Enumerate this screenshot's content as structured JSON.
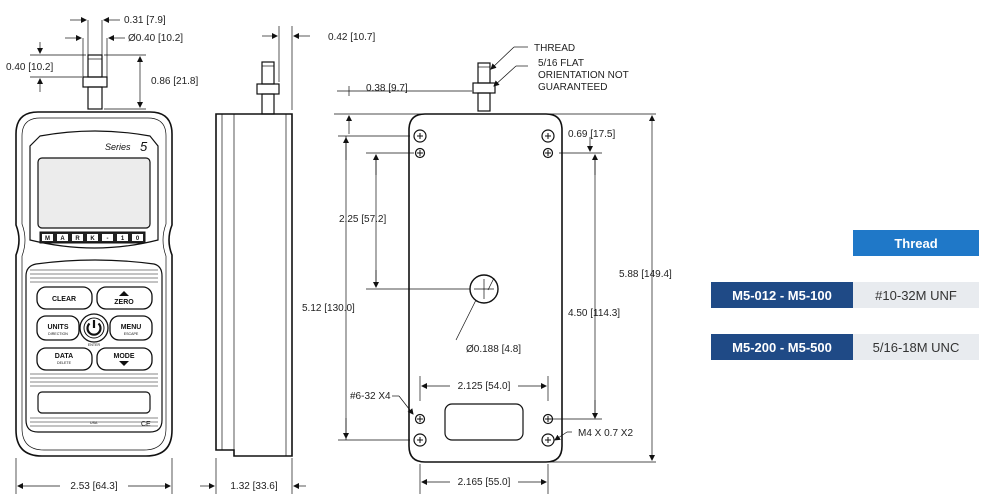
{
  "front_view": {
    "dims": {
      "shaft_width": "0.31 [7.9]",
      "collar_diameter": "Ø0.40 [10.2]",
      "shaft_length": "0.40 [10.2]",
      "shaft_total": "0.86 [21.8]",
      "width": "2.53 [64.3]"
    },
    "series_label": "Series",
    "series_number": "5",
    "brand_letters": [
      "M",
      "A",
      "R",
      "K",
      "-",
      "1",
      "0"
    ],
    "buttons": {
      "clear": "CLEAR",
      "zero": "ZERO",
      "units": "UNITS",
      "units_sub": "DIRECTION",
      "menu": "MENU",
      "menu_sub": "ESCAPE",
      "enter": "ENTER",
      "data": "DATA",
      "data_sub": "DELETE",
      "mode": "MODE"
    },
    "footer_left": "USA",
    "footer_right": "CE"
  },
  "side_view": {
    "dims": {
      "collar_offset": "0.42 [10.7]",
      "depth": "1.32 [33.6]"
    }
  },
  "back_view": {
    "dims": {
      "collar_top": "0.38 [9.7]",
      "hole_offset_top": "0.69 [17.5]",
      "center_hole_offset": "2.25 [57.2]",
      "body_height": "5.12 [130.0]",
      "total_height": "5.88 [149.4]",
      "hole_spacing_vertical": "4.50 [114.3]",
      "center_hole": "Ø0.188 [4.8]",
      "hole_spacing_horizontal": "2.125 [54.0]",
      "bottom_width": "2.165 [55.0]"
    },
    "callouts": {
      "thread": "THREAD",
      "flat_note": [
        "5/16 FLAT",
        "ORIENTATION NOT",
        "GUARANTEED"
      ],
      "screw_holes": "#6-32 X4",
      "metric_holes": "M4 X 0.7 X2"
    }
  },
  "thread_table": {
    "header": "Thread",
    "rows": [
      {
        "model": "M5-012 - M5-100",
        "thread": "#10-32M UNF"
      },
      {
        "model": "M5-200 - M5-500",
        "thread": "5/16-18M UNC"
      }
    ],
    "colors": {
      "header": "#1f78c8",
      "model": "#1f4a86",
      "thread": "#e8ebef"
    }
  }
}
